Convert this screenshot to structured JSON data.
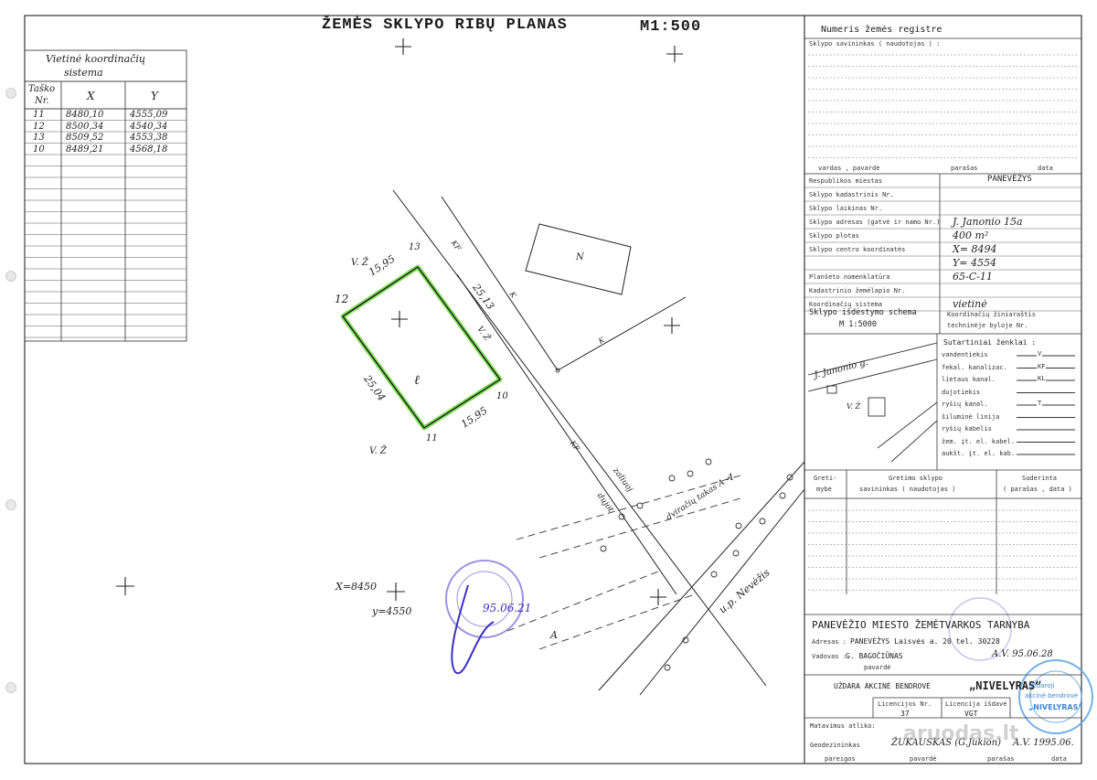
{
  "document": {
    "title": "ŽEMĖS SKLYPO RIBŲ PLANAS",
    "scale": "M1:500"
  },
  "coord_table": {
    "caption_1": "Vietinė koordinačių",
    "caption_2": "sistema",
    "col_point_1": "Taško",
    "col_point_2": "Nr.",
    "col_x": "X",
    "col_y": "Y",
    "rows": [
      {
        "nr": "11",
        "x": "8480,10",
        "y": "4555,09"
      },
      {
        "nr": "12",
        "x": "8500,34",
        "y": "4540,34"
      },
      {
        "nr": "13",
        "x": "8509,52",
        "y": "4553,38"
      },
      {
        "nr": "10",
        "x": "8489,21",
        "y": "4568,18"
      }
    ]
  },
  "drawing": {
    "point_12": "12",
    "point_13": "13",
    "point_10": "10",
    "point_11": "11",
    "dim_top": "15,95",
    "dim_left": "25,04",
    "dim_bottom": "15,95",
    "dim_right": "25,13",
    "vz_1": "V. Ž",
    "vz_2": "V. Ž",
    "vz_3": "V. Ž",
    "vz_4": "V. Ž",
    "parcel_mark": "ℓ",
    "building_mark": "N",
    "kf": "KF",
    "kf2": "KF",
    "k_label": "K",
    "k_label2": "K",
    "dujotiekis": "dujot",
    "zaliu_a": "zaliuoj",
    "path_label": "dviračių takas A",
    "street": "u.p. Nevėžis",
    "x_label": "X=8450",
    "y_label": "y=4550",
    "a_label": "A",
    "a_label2": "A",
    "stamp_date": "95.06.21"
  },
  "registry": {
    "header": "Numeris žemės registre",
    "owner_label": "Sklypo savininkas ( naudotojas ) :",
    "sig_name": "vardas , pavardė",
    "sig_sign": "parašas",
    "sig_date": "data",
    "rows": [
      {
        "label": "Respublikos miestas",
        "value": "PANEVĖŽYS"
      },
      {
        "label": "Sklypo kadastrinis Nr.",
        "value": ""
      },
      {
        "label": "Sklypo laikinas Nr.",
        "value": ""
      },
      {
        "label": "Sklypo adresas (gatvė ir namo Nr.)",
        "value": "J. Janonio 15a"
      },
      {
        "label": "Sklypo plotas",
        "value": "400 m²"
      },
      {
        "label": "Sklypo centro koordinatės",
        "value": "X= 8494"
      },
      {
        "label": "",
        "value": "Y= 4554"
      },
      {
        "label": "Planšeto nomenklatūra",
        "value": "65-C-11"
      },
      {
        "label": "Kadastrinio žemėlapio Nr.",
        "value": ""
      },
      {
        "label": "Koordinačių sistema",
        "value": "vietinė"
      }
    ],
    "scheme_label_1": "Sklypo išdėstymo schema",
    "scheme_label_2": "M 1:5000",
    "scheme_note_1": "Koordinačių žiniaraštis",
    "scheme_note_2": "techninėje byloje Nr.",
    "scheme_street": "J. Janonio g.",
    "legend_title": "Sutartiniai ženklai :",
    "legend": [
      {
        "name": "vandentiekis",
        "code": "V"
      },
      {
        "name": "fekal. kanalizac.",
        "code": "KF"
      },
      {
        "name": "lietaus kanal.",
        "code": "KL"
      },
      {
        "name": "dujotiekis",
        "code": ""
      },
      {
        "name": "ryšių kanal.",
        "code": "T"
      },
      {
        "name": "šiluminė linija",
        "code": ""
      },
      {
        "name": "ryšių kabelis",
        "code": ""
      },
      {
        "name": "žem. įt. el. kabel.",
        "code": ""
      },
      {
        "name": "aukšt. įt. el. kab.",
        "code": ""
      }
    ],
    "neighbors_col1_1": "Greti-",
    "neighbors_col1_2": "mybė",
    "neighbors_col2_1": "Gretimo sklypo",
    "neighbors_col2_2": "savininkas ( naudotojas )",
    "neighbors_col3_1": "Suderinta",
    "neighbors_col3_2": "( parašas , data )",
    "office_title": "PANEVĖŽIO MIESTO ŽEMĖTVARKOS TARNYBA",
    "office_address_label": "Adresas :",
    "office_address": "PANEVĖŽYS   Laisvės a. 20   tel. 30228",
    "office_head_label": "Vadovas :",
    "office_head": "G. BAGOČIŪNAS",
    "office_head_sub": "pavardė",
    "office_head_sig": "A.V. 95.06.28",
    "company": "UŽDARA AKCINĖ BENDROVĖ",
    "company_name": "„NIVELYRAS“",
    "license_no_label": "Licencijos Nr.",
    "license_no": "37",
    "license_issued_label": "Licencija išdavė",
    "license_issued": "VGT",
    "measured_label": "Matavimus atliko:",
    "surveyor_label": "Geodezininkas",
    "surveyor": "ŽUKAUSKAS (G.Jukion)",
    "surveyor_av": "A.V. 1995.06.",
    "foot_1": "pareigos",
    "foot_2": "pavardė",
    "foot_3": "parašas",
    "foot_4": "data",
    "stamp_text_1": "Uždaroji",
    "stamp_text_2": "akcinė bendrovė",
    "stamp_text_3": "„NIVELYRAS“",
    "watermark": "aruodas.lt"
  },
  "colors": {
    "ink": "#1a1a1a",
    "highlight": "#7ed957",
    "stamp": "#5a4fd0",
    "stamp_blue": "#6aaae0"
  }
}
